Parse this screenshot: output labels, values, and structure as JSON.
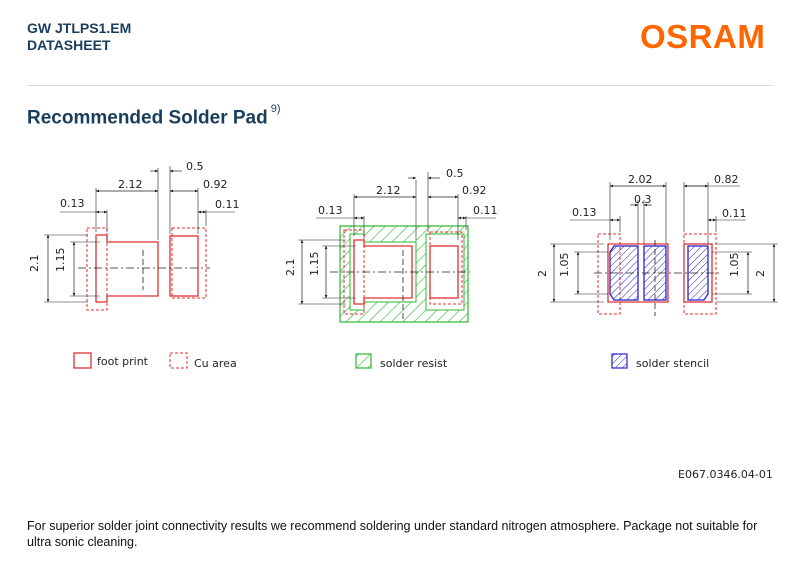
{
  "header": {
    "product": "GW JTLPS1.EM",
    "doc_type": "DATASHEET",
    "brand": "OSRAM"
  },
  "section": {
    "title": "Recommended Solder Pad",
    "ref": "9)"
  },
  "drawing": {
    "view1": {
      "dim_top": "0.5",
      "dim_total": "2.12",
      "dim_right": "0.92",
      "dim_left": "0.13",
      "dim_right_small": "0.11",
      "dim_height": "2.1",
      "dim_inner_height": "1.15"
    },
    "view2": {
      "dim_top": "0.5",
      "dim_total": "2.12",
      "dim_right": "0.92",
      "dim_left": "0.13",
      "dim_right_small": "0.11",
      "dim_height": "2.1",
      "dim_inner_height": "1.15"
    },
    "view3": {
      "dim_total": "2.02",
      "dim_right": "0.82",
      "dim_mid": "0.3",
      "dim_left": "0.13",
      "dim_right_small": "0.11",
      "dim_height_left": "2",
      "dim_inner_left": "1.05",
      "dim_inner_right": "1.05",
      "dim_height_right": "2"
    },
    "legend": {
      "foot_print": "foot print",
      "cu_area": "Cu area",
      "solder_resist": "solder resist",
      "solder_stencil": "solder stencil"
    },
    "drawing_id": "E067.0346.04-01",
    "colors": {
      "foot": "#e03030",
      "resist": "#2db82d",
      "stencil": "#2222cc"
    }
  },
  "footnote": "For superior solder joint connectivity results we recommend soldering under standard nitrogen atmosphere. Package not suitable for ultra sonic cleaning."
}
